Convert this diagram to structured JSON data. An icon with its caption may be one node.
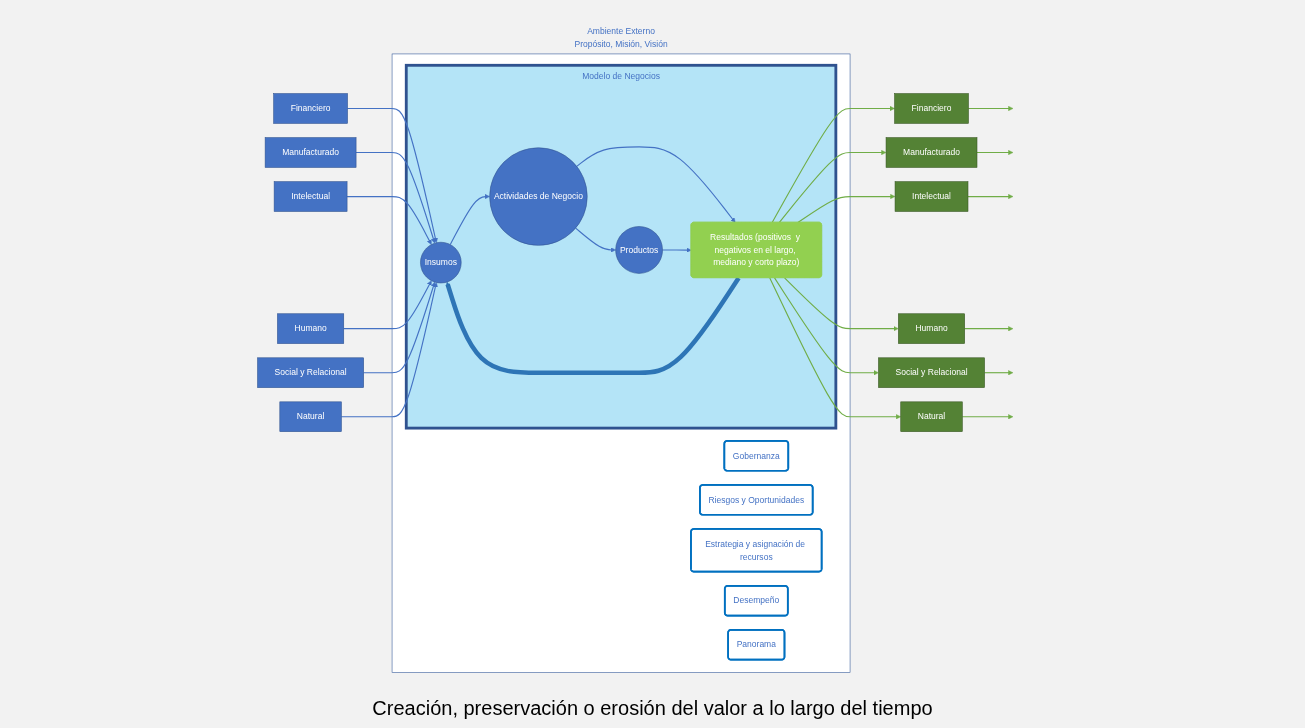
{
  "diagram": {
    "caption": "Creación, preservación o erosión del valor a lo largo del tiempo",
    "nodes": [
      {
        "text": [
          "Ambiente Externo",
          "Propósito, Misión, Visión"
        ]
      },
      {
        "text": [
          "Financiero"
        ]
      },
      {
        "text": [
          "Manufacturado"
        ]
      },
      {
        "text": [
          "Intelectual"
        ]
      },
      {
        "text": [
          "Humano"
        ]
      },
      {
        "text": [
          "Social y Relacional"
        ]
      },
      {
        "text": [
          "Natural"
        ]
      },
      {
        "text": [
          "Gobernanza"
        ],
        "in": 0
      },
      {
        "text": [
          "Riesgos y Oportunidades"
        ],
        "in": 0
      },
      {
        "text": [
          "Estrategia y asignación de recursos"
        ],
        "in": 0
      },
      {
        "text": [
          "Modelo de Negocios"
        ],
        "in": 0
      },
      {
        "text": [
          "Insumos"
        ],
        "in": 10
      },
      {
        "text": [
          "Actividades de Negocio"
        ],
        "in": 10
      },
      {
        "text": [
          "Productos"
        ],
        "in": 10
      },
      {
        "text": [
          "Resultados (positivos  y negativos en el largo, mediano y corto plazo)"
        ],
        "in": 10
      },
      {
        "text": [
          "Desempeño"
        ],
        "in": 0
      },
      {
        "text": [
          "Panorama"
        ],
        "in": 0
      },
      {
        "text": [
          "Financiero"
        ]
      },
      {
        "text": [
          "Manufacturado"
        ]
      },
      {
        "text": [
          "Intelectual"
        ]
      },
      {
        "text": [
          "Humano"
        ]
      },
      {
        "text": [
          "Social y Relacional"
        ]
      },
      {
        "text": [
          "Natural"
        ]
      }
    ],
    "edges": [
      {
        "from": 1,
        "to": 11,
        "arrow": "to",
        "color": "#4472c4"
      },
      {
        "from": 2,
        "to": 11,
        "arrow": "to",
        "color": "#4472c4"
      },
      {
        "from": 3,
        "to": 11,
        "arrow": "to",
        "color": "#4472c4"
      },
      {
        "from": 4,
        "to": 11,
        "arrow": "to",
        "color": "#4472c4"
      },
      {
        "from": 5,
        "to": 11,
        "arrow": "to",
        "color": "#4472c4"
      },
      {
        "from": 6,
        "to": 11,
        "arrow": "to",
        "color": "#4472c4"
      },
      {
        "from": 11,
        "to": 12,
        "arrow": "to",
        "color": "#4472c4"
      },
      {
        "from": 12,
        "to": 13,
        "arrow": "to",
        "color": "#4472c4"
      },
      {
        "from": 12,
        "to": 14,
        "arrow": "to",
        "color": "#4472c4"
      },
      {
        "from": 13,
        "to": 14,
        "arrow": "to",
        "color": "#4472c4"
      },
      {
        "from": 14,
        "to": 17,
        "arrow": "to"
      },
      {
        "from": 14,
        "to": 18,
        "arrow": "to"
      },
      {
        "from": 14,
        "to": 19,
        "arrow": "to"
      },
      {
        "from": 14,
        "to": 20,
        "arrow": "to"
      },
      {
        "from": 14,
        "to": 21,
        "arrow": "to"
      },
      {
        "from": 14,
        "to": 22,
        "arrow": "to"
      },
      {
        "from": 17,
        "to": null,
        "arrow": "to"
      },
      {
        "from": 18,
        "to": null,
        "arrow": "to"
      },
      {
        "from": 19,
        "to": null,
        "arrow": "to"
      },
      {
        "from": 20,
        "to": null,
        "arrow": "to"
      },
      {
        "from": 21,
        "to": null,
        "arrow": "to"
      },
      {
        "from": 22,
        "to": null,
        "arrow": "to"
      },
      {
        "from": 14,
        "to": 11,
        "arrow": "to",
        "style": "thick",
        "color": "#2e75b6"
      }
    ]
  }
}
